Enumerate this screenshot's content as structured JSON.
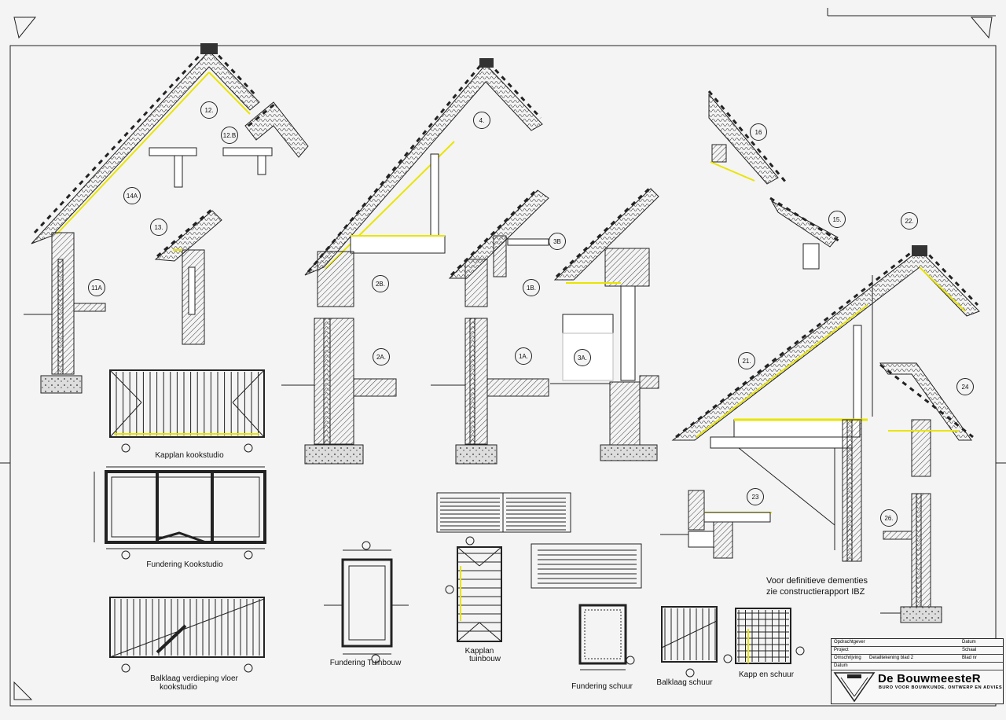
{
  "callouts": {
    "d12": "12.",
    "d12b": "12.B",
    "d14a": "14A",
    "d13": "13.",
    "d11a": "11A",
    "d4": "4.",
    "d2b": "2B.",
    "d3b": "3B",
    "d1b": "1B.",
    "d2a": "2A.",
    "d1a": "1A.",
    "d3a": "3A.",
    "d16": "16",
    "d15": "15.",
    "d22": "22.",
    "d21": "21.",
    "d24": "24",
    "d23": "23",
    "d26": "26."
  },
  "plan_titles": {
    "kapplan_kookstudio": "Kapplan kookstudio",
    "fundering_kookstudio": "Fundering Kookstudio",
    "balklaag_line1": "Balklaag verdieping vloer",
    "balklaag_line2": "kookstudio",
    "fundering_tuin": "Fundering Tuinbouw",
    "kapplan_line1": "Kapplan",
    "kapplan_line2": "tuinbouw",
    "fundering_schuur": "Fundering schuur",
    "balklaag_schuur": "Balklaag schuur",
    "kapp_schuur": "Kapp en schuur"
  },
  "note": {
    "line1": "Voor definitieve dementies",
    "line2": "zie constructierapport IBZ"
  },
  "title_block": {
    "rows": [
      {
        "label": "Opdrachtgever",
        "value": "",
        "key": "Datum",
        "num": ""
      },
      {
        "label": "Project",
        "value": "",
        "key": "Schaal",
        "num": ""
      },
      {
        "label": "Omschrijving",
        "value": "Detailtekening blad 2",
        "key": "Blad nr",
        "num": ""
      },
      {
        "label": "Datum",
        "value": "",
        "key": "",
        "num": ""
      }
    ],
    "company": "De BouwmeesteR",
    "tagline": "BURO VOOR BOUWKUNDE, ONTWERP EN ADVIES",
    "address": "",
    "tel": ""
  },
  "colors": {
    "line": "#1a1a1a",
    "insulation": "#e9e400",
    "hatch": "#555555",
    "paper": "#f4f4f4"
  }
}
